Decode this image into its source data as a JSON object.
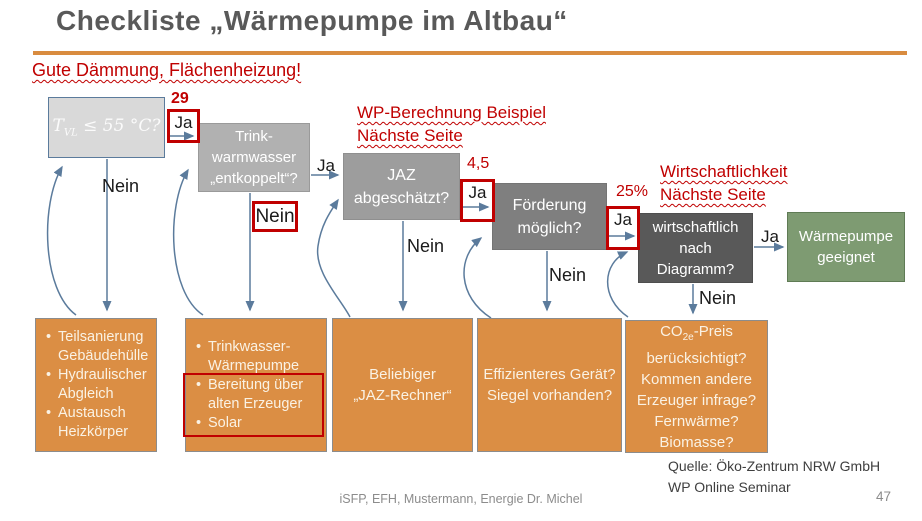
{
  "slide": {
    "title": "Checkliste „Wärmepumpe im Altbau“",
    "footer_center": "iSFP, EFH, Mustermann, Energie Dr. Michel",
    "page_number": "47",
    "source_line1": "Quelle: Öko-Zentrum NRW GmbH",
    "source_line2": "WP Online Seminar"
  },
  "annotations": {
    "top_note": "Gute Dämmung, Flächenheizung!",
    "wp_note_line1": "WP-Berechnung Beispiel",
    "wp_note_line2": "Nächste Seite",
    "wirt_note_line1": "Wirtschaftlichkeit",
    "wirt_note_line2": "Nächste Seite",
    "value_29": "29",
    "value_45": "4,5",
    "value_25": "25%"
  },
  "flow": {
    "ja": "Ja",
    "nein": "Nein",
    "d1_t": "T",
    "d1_sub": "VL",
    "d1_rest": " ≤ 55 °C?",
    "d2": "Trink­warmwasser „entkoppelt“?",
    "d3": "JAZ abgeschätzt?",
    "d4": "Förderung möglich?",
    "d5": "wirtschaftlich nach Diagramm?",
    "result": "Wärmepumpe geeignet"
  },
  "actions": {
    "a": {
      "items": [
        "Teilsanierung Gebäudehülle",
        "Hydraulischer Abgleich",
        "Austausch Heizkörper"
      ]
    },
    "b": {
      "items": [
        "Trinkwasser-Wärmepumpe",
        "Bereitung über alten Erzeuger",
        "Solar"
      ]
    },
    "c": {
      "line1": "Beliebiger",
      "line2": "„JAZ-Rechner“"
    },
    "d": {
      "line1": "Effizienteres Gerät?",
      "line2": "Siegel vorhanden?"
    },
    "e": {
      "co": "CO",
      "co_sub": "2e",
      "rest": "-Preis berücksichtigt? Kommen andere Erzeuger infrage? Fernwärme? Biomasse?"
    }
  },
  "colors": {
    "accent_orange": "#DB8E44",
    "rule_orange": "#D98C3F",
    "red": "#C00000",
    "arrow_blue": "#5B7B9C",
    "result_green": "#7E9B72",
    "title_gray": "#595959"
  }
}
